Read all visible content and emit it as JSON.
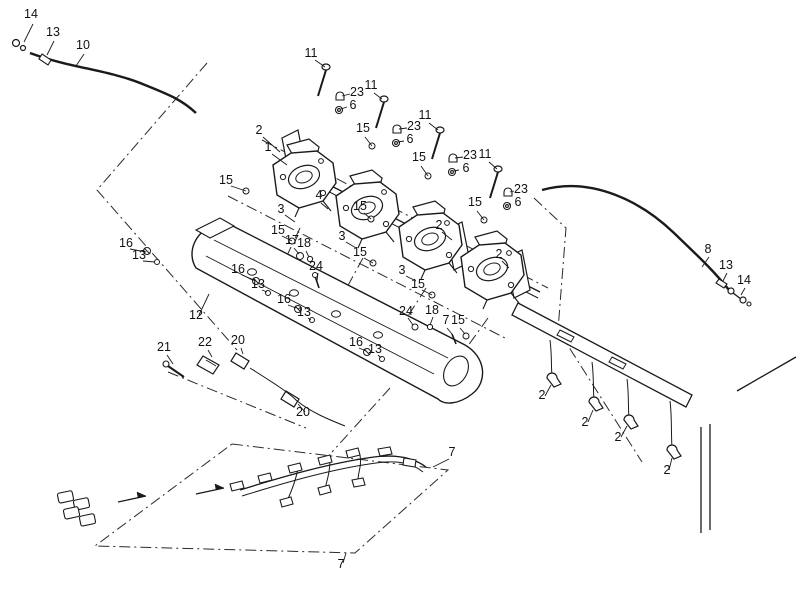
{
  "diagram": {
    "colors": {
      "background": "#ffffff",
      "ink": "#1a1a1a"
    },
    "callouts": [
      "14",
      "13",
      "10",
      "11",
      "23",
      "6",
      "11",
      "23",
      "6",
      "11",
      "23",
      "6",
      "11",
      "23",
      "6",
      "2",
      "1",
      "15",
      "15",
      "15",
      "15",
      "4",
      "3",
      "15",
      "3",
      "15",
      "2",
      "3",
      "15",
      "2",
      "15",
      "17",
      "18",
      "24",
      "24",
      "18",
      "7",
      "15",
      "16",
      "13",
      "16",
      "13",
      "16",
      "13",
      "12",
      "16",
      "13",
      "21",
      "22",
      "20",
      "20",
      "8",
      "13",
      "14",
      "2",
      "2",
      "2",
      "2",
      "7",
      "7"
    ]
  }
}
